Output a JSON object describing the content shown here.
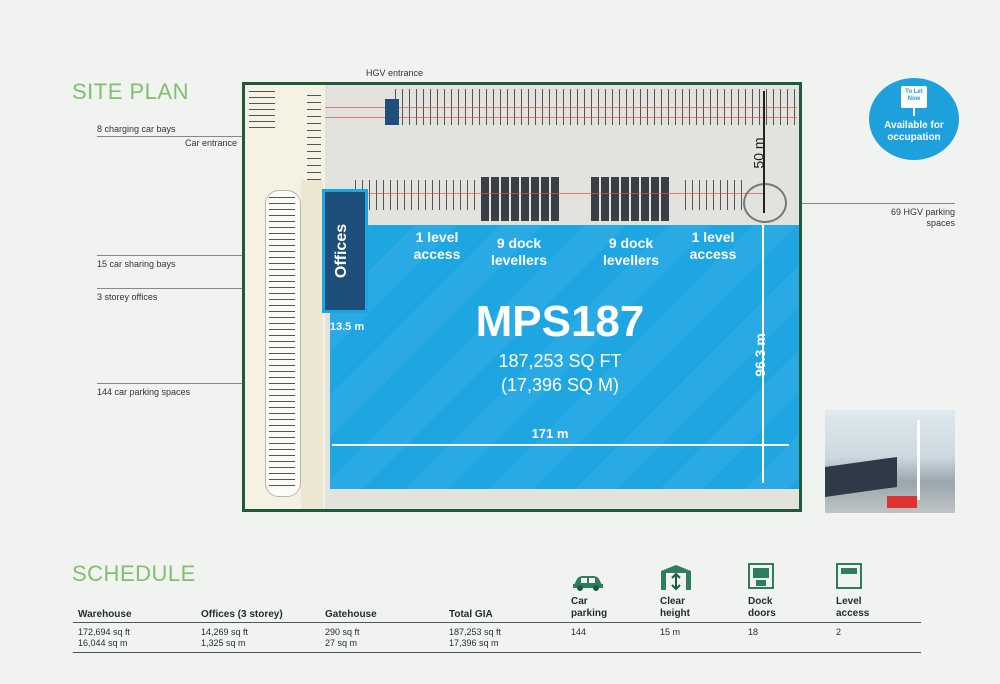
{
  "headings": {
    "site_plan": "SITE PLAN",
    "schedule": "SCHEDULE"
  },
  "callouts": {
    "hgv_entrance": "HGV entrance",
    "charging_bays": "8 charging car bays",
    "car_entrance": "Car entrance",
    "car_sharing": "15 car sharing bays",
    "offices": "3 storey offices",
    "car_parking": "144 car parking spaces",
    "hgv_parking": "69 HGV parking spaces"
  },
  "plan": {
    "offices_label": "Offices",
    "offices_width": "13.5 m",
    "yard_depth": "50 m",
    "building_depth": "96.3 m",
    "building_length": "171 m",
    "level_access_left": "1 level access",
    "dock_levellers_left": "9 dock levellers",
    "dock_levellers_right": "9 dock levellers",
    "level_access_right": "1 level access",
    "unit_name": "MPS187",
    "area_sqft": "187,253 SQ FT",
    "area_sqm": "(17,396 SQ M)"
  },
  "badge": {
    "sign": "To Let Now",
    "text": "Available for occupation",
    "color": "#1ea0dc"
  },
  "colors": {
    "accent_green": "#7fbf6f",
    "warehouse_blue": "#1ea6e3",
    "plan_border": "#1f5b3a"
  },
  "schedule": {
    "columns": [
      {
        "header": "Warehouse",
        "line1": "172,694 sq ft",
        "line2": "16,044 sq m"
      },
      {
        "header": "Offices (3 storey)",
        "line1": "14,269 sq ft",
        "line2": "1,325 sq m"
      },
      {
        "header": "Gatehouse",
        "line1": "290 sq ft",
        "line2": "27 sq m"
      },
      {
        "header": "Total GIA",
        "line1": "187,253 sq ft",
        "line2": "17,396 sq m"
      }
    ],
    "features": [
      {
        "icon": "car-icon",
        "header": "Car parking",
        "value": "144"
      },
      {
        "icon": "clear-height-icon",
        "header": "Clear height",
        "value": "15 m"
      },
      {
        "icon": "dock-door-icon",
        "header": "Dock doors",
        "value": "18"
      },
      {
        "icon": "level-access-icon",
        "header": "Level access",
        "value": "2"
      }
    ]
  }
}
